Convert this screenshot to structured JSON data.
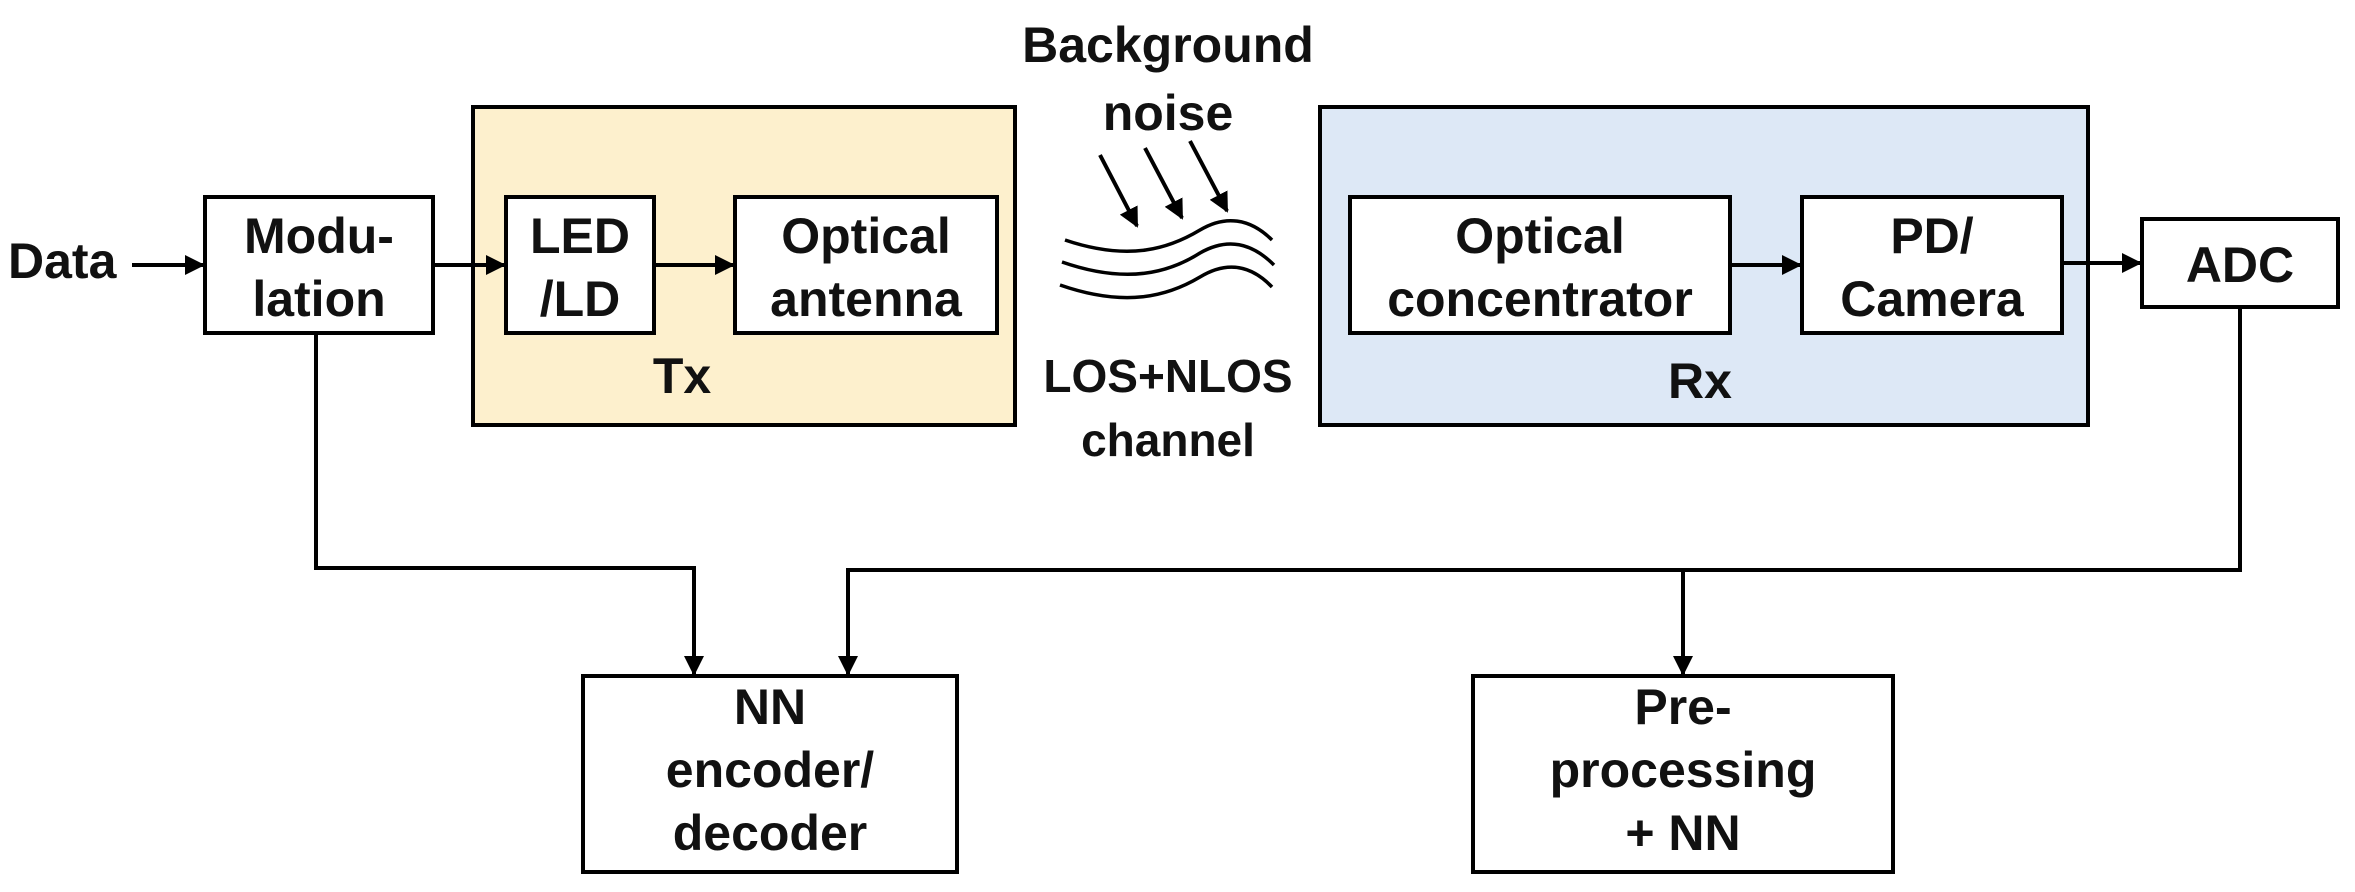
{
  "diagram": {
    "input_label": "Data",
    "modulation": {
      "line1": "Modu-",
      "line2": "lation"
    },
    "tx": {
      "title": "Tx",
      "fill": "#fdf0cd",
      "led": {
        "line1": "LED",
        "line2": "/LD"
      },
      "antenna": {
        "line1": "Optical",
        "line2": "antenna"
      }
    },
    "noise": {
      "line1": "Background",
      "line2": "noise"
    },
    "channel": {
      "line1": "LOS+NLOS",
      "line2": "channel"
    },
    "rx": {
      "title": "Rx",
      "fill": "#dde8f6",
      "concentrator": {
        "line1": "Optical",
        "line2": "concentrator"
      },
      "pd": {
        "line1": "PD/",
        "line2": "Camera"
      }
    },
    "adc": "ADC",
    "nn_codec": {
      "line1": "NN",
      "line2": "encoder/",
      "line3": "decoder"
    },
    "preproc": {
      "line1": "Pre-",
      "line2": "processing",
      "line3": "+ NN"
    }
  }
}
